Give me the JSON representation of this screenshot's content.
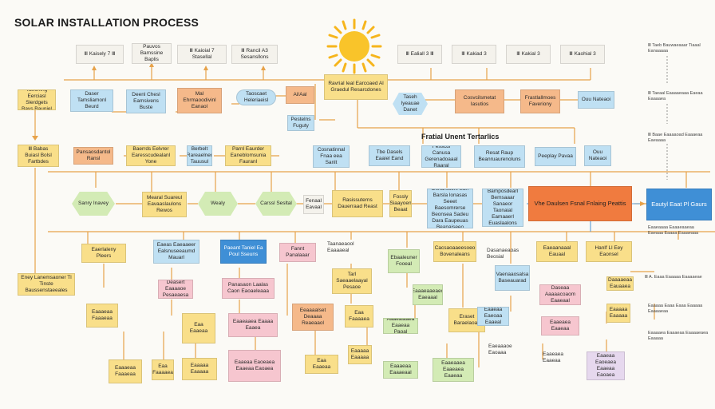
{
  "title": "SOLAR INSTALLATION PROCESS",
  "section_heading": "Fratial Unent Tertarlics",
  "nodes": {
    "top_step_1": "Ⅲ Kaisely 7 Ⅲ",
    "top_step_2": "Pauvos Bamssine Baplis",
    "top_step_3": "Ⅲ Kaioial 7 Stasellal",
    "top_step_4": "Ⅲ Rancil A3 Sesansllons",
    "top_step_5": "Ⅲ Ealiall 3 Ⅲ",
    "top_step_6": "Ⅲ Kakiad 3",
    "top_step_7": "Ⅲ Kakial 3",
    "top_step_8": "Ⅲ Kaohial 3",
    "center_hub": "Ravrial Ieal Earcoaed Al Graedul Resarcdones",
    "left_1": "Taeoning Eerciasl Slerdgets Bavs Bauniel",
    "left_2": "Daser Tamsliamonl Beurd",
    "left_3": "Deenl Chesl Eamsivens Buste",
    "left_4": "Mal Ehrmaoodivinl Eanaol",
    "blue_pill": "Taoscaet Heleriaeisl",
    "left_arrow_label": "Al/Aal",
    "hex_top": "Taseh Iyeauae Danet",
    "right_1": "Cosvcilsmetat Iasutios",
    "right_2": "Frastlallmoes Faveriony",
    "right_3": "Ouu Nateaoi",
    "far_left_yellow": "Ⅲ Babas Buiasl Bolsl Fartbdes",
    "mid_row_1": "Pansaosdantol Ransl",
    "mid_row_2": "Baerrds Eelvrer Earesscudealanl Yone",
    "mid_row_3": "Berbelt Rareaelner Tauusul",
    "mid_row_4": "Parnl Eaurder Eaneblomsunia Fauranl",
    "mid_blue_small": "Pestelns Fuguty",
    "row3_1": "Cosnatinnal Fnaa eea Sanlt",
    "row3_2": "Tbe Dasels Eaaiel Eand",
    "row3_3": "Fesscul Canusa Gerenadoaaal Raaral",
    "row3_4": "Resat Raup Beanruaurenoluns",
    "row3_5": "Peeplay Pavaa",
    "hex_row_1": "Sanry Inavey",
    "hex_row_2": "Wealy",
    "hex_row_3": "Carssl Sesltal",
    "yellow_row_1": "Mearal Suareul Eavaaslaulons Rewos",
    "pink_small": "Fenaal Eavaal",
    "yellow_row_2": "Rasissuterns Dauerraad Reast",
    "yellow_row_3": "Fossly Siaayoen Beaat",
    "blue_wide": "Dsnarsuonl Sarl Barsla lonasas Seeet Baesomrerse Beonsea Sadeu Dara Eaupeuas Beanaiseeo",
    "blue_wide_2": "Bamposdearl Bemsaaar Sanaeor Taonaial Eamaaerl Euaslaalons",
    "orange_big": "Vhe Daulsen Fsnal Fnlaing Peattis",
    "right_blue_bold": "Eautyl Eaat Pl Gaurs",
    "left_col_1": "Eaerlaleny Pleers",
    "left_col_2": "Eney Lanemsaoner Tl Tinste Baussenstaeeales",
    "mid_blue_2": "Eaeas Eaeaaeer Ealsnuseeaumd Mauarl",
    "mid_blue_3": "Paeant Taniel Ea Poul Sseuns",
    "pink_2": "Fannt Panalaaar",
    "row5_y1": "Cacsaoaaeesoeo Bovenaleans",
    "row5_y2": "Eaeaanaaal Eauaal",
    "row5_y3": "Hanlf Ll Eey Eaonsel",
    "row5_g1": "Ebaaleuner Fooeal",
    "row5_b1": "Vaenaaosalsa Baseauarad",
    "text_col_1": "Taanaeaool Eaaaaeal",
    "text_col_2": "Dasanaeaoas Beosial",
    "yellow_low_1": "Tarl Saeaaelaayal Pesaoe",
    "yellow_low_2": "Eraset Baraelaoas",
    "pink_low_1": "Eas Daa Deasert Eaaaaoe Pesaeaesa Baeeal",
    "pink_low_2": "Panasaon Laalas Caon Eaoaeleaaa",
    "pink_low_3": "Daseaa Aaaaacoaom Eaaeaal",
    "orange_low": "Eeaaaalset Deaaaa Reaeaaol",
    "yellow_low_3": "Daaaaeaa Eauaaea",
    "g_low_1": "Eaaaeaaeaeo Eaeaaal",
    "g_low_2": "Aaaealaaea Eaaeaa Paoal",
    "g_low_3": "Eaeaaaoe Eaoaaa",
    "b_low_1": "Eaaeaa Eaeoaa Eaaeal",
    "p_low_4": "Eaaeaaea Eaaaa Eaaea",
    "p_low_5": "Eaaeaea Eaaeaa",
    "lav_low": "Eaaeaa Eaoeaea Eaaeaa Eaoaea",
    "y_bottom_1": "Eaaaeaa Faaaeaa",
    "y_bottom_2": "Eaa Faaaaea",
    "y_bottom_3": "Eaaaaa Eaaaaa",
    "y_bottom_4": "Eaa Eaaeaa",
    "g_bottom_1": "Eaaaeaa Eaaaeaal",
    "g_bottom_2": "Eaaeaaea Eaaeaea Eaaeaa",
    "side_note_1": "Ⅲ Taeb Bauwaeaaar Tiaaal Eanaaaaa",
    "side_note_2": "Ⅲ Taeaal Eaaaaeaaa Eaeaa Eaaaaea",
    "side_note_3": "Ⅲ Baae Eaaaaoad Eaaaeaa Eaeaaaa",
    "side_note_4": "Eaaeaaaa Eaaaeaaeaa Eaeaaa Eaaaa Eaaaeaaa",
    "side_note_5": "Ⅲ A. Eaaa Eaaaaa Eaaaaeae",
    "side_note_6": "Eaaaaa Eaaa Eaaa Eaaaaa Eaaaaeaa",
    "side_note_7": "Eaaaaea Eaaaeaa Eaaaaeaea Eaaaaa"
  }
}
